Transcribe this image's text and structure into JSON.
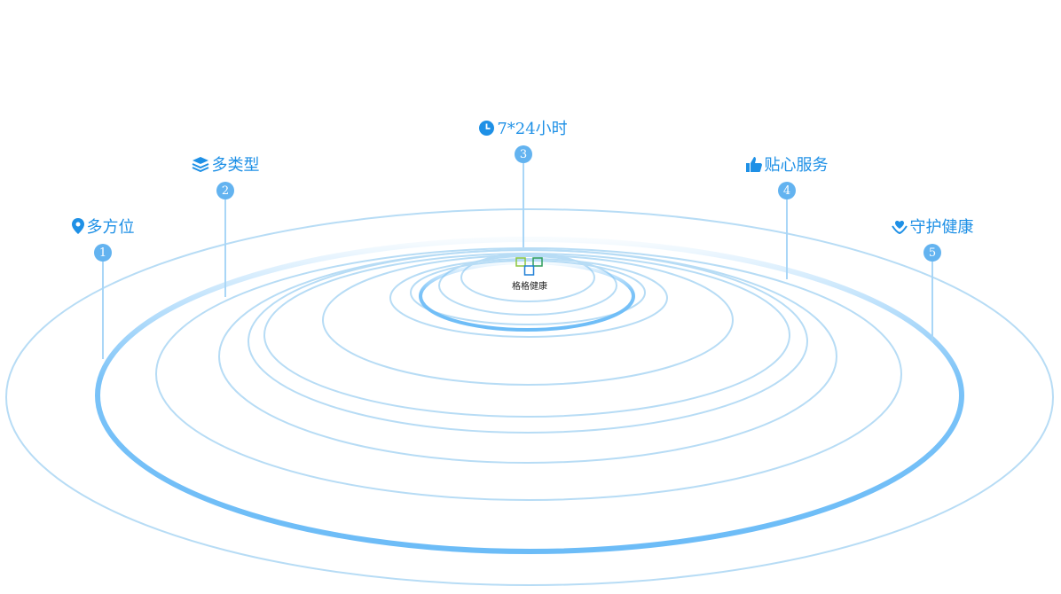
{
  "logo": {
    "text": "格格健康"
  },
  "features": [
    {
      "number": "1",
      "label": "多方位",
      "icon": "location-pin-icon"
    },
    {
      "number": "2",
      "label": "多类型",
      "icon": "layers-icon"
    },
    {
      "number": "3",
      "label": "7*24小时",
      "icon": "clock-icon"
    },
    {
      "number": "4",
      "label": "贴心服务",
      "icon": "thumbs-up-icon"
    },
    {
      "number": "5",
      "label": "守护健康",
      "icon": "heart-hand-icon"
    }
  ],
  "colors": {
    "accent": "#1e90e6",
    "ring": "#b7dcf5",
    "ring_strong": "#6cbcf7"
  }
}
